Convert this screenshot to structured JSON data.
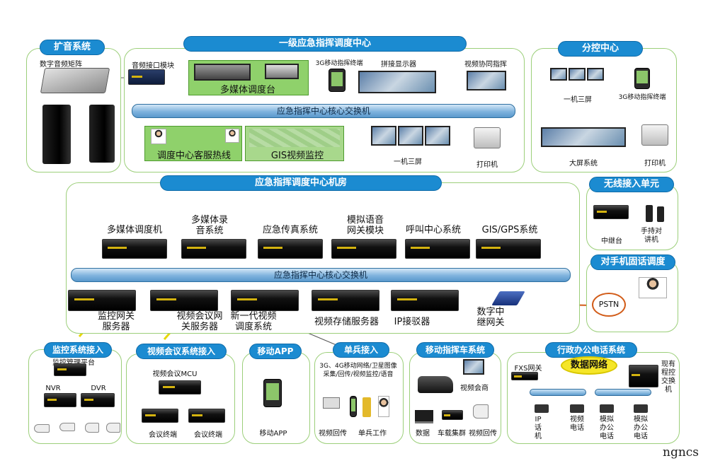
{
  "top": {
    "speaker_system": {
      "title": "扩音系统",
      "mixer_label": "数字音频矩阵"
    },
    "command_center": {
      "title": "一级应急指挥调度中心",
      "audio_module_label": "音频接口模块",
      "multimedia_console": "多媒体调度台",
      "mobile_terminal": "3G移动指挥终端",
      "splice_display": "拼接显示器",
      "video_command": "视频协同指挥",
      "core_switch": "应急指挥中心核心交换机",
      "hotline": "调度中心客服热线",
      "gis_video": "GIS视频监控",
      "one_machine_three_screens": "一机三屏",
      "printer": "打印机"
    },
    "branch_center": {
      "title": "分控中心",
      "one_machine_three_screens": "一机三屏",
      "mobile_terminal": "3G移动指挥终端",
      "big_screen": "大屏系统",
      "printer": "打印机"
    }
  },
  "machine_room": {
    "title": "应急指挥调度中心机房",
    "servers_top": [
      "多媒体调度机",
      "多媒体录音系统",
      "应急传真系统",
      "模拟语音网关模块",
      "呼叫中心系统",
      "GIS/GPS系统"
    ],
    "core_switch": "应急指挥中心核心交换机",
    "servers_bottom": [
      "监控网关服务器",
      "视频会议网关服务器",
      "新一代视频调度系统",
      "视频存储服务器",
      "IP接驳器"
    ],
    "digital_gateway": "数字中继网关"
  },
  "wireless": {
    "title": "无线接入单元",
    "relay": "中继台",
    "walkie": "手持对讲机"
  },
  "mobile_dispatch": {
    "title": "对手机固话调度",
    "pstn": "PSTN"
  },
  "bottom": {
    "monitoring": {
      "title": "监控系统接入",
      "platform": "监控管理平台",
      "nvr": "NVR",
      "dvr": "DVR"
    },
    "video_conf": {
      "title": "视频会议系统接入",
      "mcu": "视频会议MCU",
      "terminal1": "会议终端",
      "terminal2": "会议终端"
    },
    "mobile_app": {
      "title": "移动APP",
      "label": "移动APP"
    },
    "soldier": {
      "title": "单兵接入",
      "desc": "3G、4G移动网络/卫星图像采集/回传/视频监控/语音",
      "video_return": "视频回传",
      "single_work": "单兵工作"
    },
    "vehicle": {
      "title": "移动指挥车系统",
      "video_conf": "视频会商",
      "data": "数据",
      "cluster": "车载集群",
      "video_return": "视频回传"
    },
    "office_phone": {
      "title": "行政办公电话系统",
      "fxs": "FXS网关",
      "data_network": "数据网络",
      "pbx": "现有程控交换机",
      "phones": [
        "IP话机",
        "视频电话",
        "模拟办公电话",
        "模拟办公电话"
      ]
    }
  },
  "watermark": "ngncs",
  "colors": {
    "pill": "#1b8bd1",
    "panel_border": "#9ccf7a",
    "green_box": "#8fd16b",
    "bus": "#7fb3dd",
    "pstn_cloud": "#d25d1a",
    "data_cloud": "#f5e628"
  }
}
